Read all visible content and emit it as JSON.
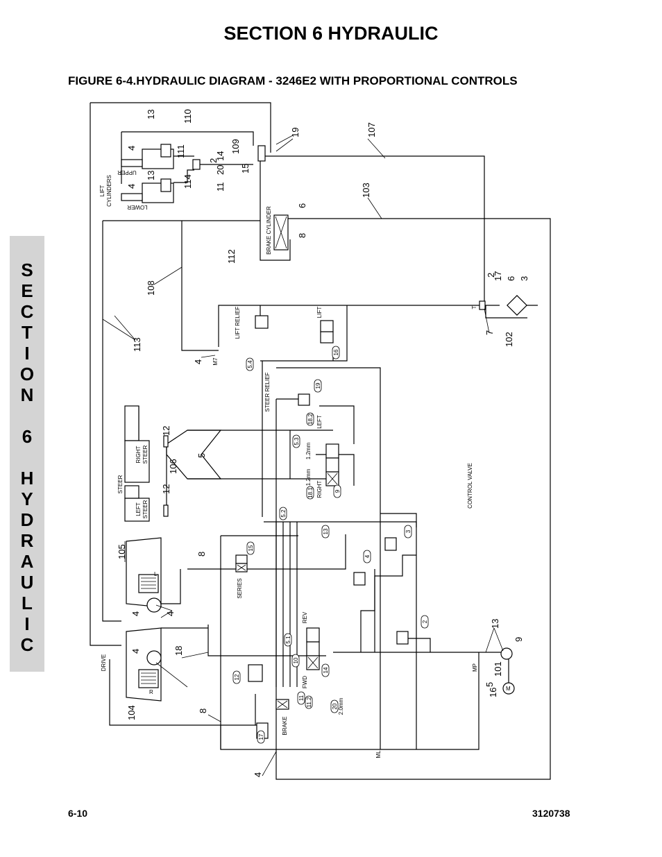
{
  "header": {
    "section_title": "SECTION 6    HYDRAULIC",
    "figure_title": "FIGURE 6-4.HYDRAULIC DIAGRAM - 3246E2 WITH PROPORTIONAL CONTROLS"
  },
  "side_tab": {
    "letters": [
      "S",
      "E",
      "C",
      "T",
      "I",
      "O",
      "N",
      "",
      "6",
      "",
      "H",
      "Y",
      "D",
      "R",
      "A",
      "U",
      "L",
      "I",
      "C"
    ]
  },
  "footer": {
    "page_number": "6-10",
    "doc_number": "3120738"
  },
  "diagram": {
    "labels": {
      "lift_cylinders": "LIFT",
      "lift_cylinders_2": "CYLINDERS",
      "upper": "UPPER",
      "lower": "LOWER",
      "brake_cylinder": "BRAKE CYLINDER",
      "lift_relief": "LIFT RELIEF",
      "steer_relief": "STEER RELIEF",
      "steer": "STEER",
      "right_steer": "RIGHT",
      "right_steer_2": "STEER",
      "left_steer": "LEFT",
      "left_steer_2": "STEER",
      "control_valve": "CONTROL VALVE",
      "drive": "DRIVE",
      "series": "SERIES",
      "brake": "BRAKE",
      "fwd": "FWD",
      "rev": "REV",
      "left_spool": "LEFT",
      "right_spool": "RIGHT",
      "lift_spool": "LIFT",
      "orifice_12a": "1.2mm",
      "orifice_12b": "1.2mm",
      "orifice_20": "2.0mm",
      "port_mp": "MP",
      "port_ml": "ML",
      "port_t": "T",
      "port_m7": "M7",
      "motor_m": "M",
      "motor_l": "L",
      "motor_r": "R"
    },
    "callouts": [
      "13",
      "110",
      "4",
      "111",
      "2",
      "109",
      "19",
      "107",
      "15",
      "114",
      "11",
      "20",
      "14",
      "13",
      "4",
      "103",
      "6",
      "8",
      "112",
      "108",
      "113",
      "4",
      "12",
      "106",
      "5",
      "12",
      "105",
      "8",
      "4",
      "4",
      "18",
      "4",
      "104",
      "8",
      "4",
      "2",
      "17",
      "6",
      "3",
      "7",
      "102",
      "13",
      "9",
      "101",
      "5",
      "16"
    ],
    "ovals": [
      "5.4",
      "16",
      "19",
      "18.2",
      "5.3",
      "9",
      "18.1",
      "5.2",
      "13",
      "15",
      "4",
      "3",
      "2",
      "5.1",
      "10",
      "12",
      "14",
      "11",
      "11.2",
      "20",
      "17"
    ]
  }
}
